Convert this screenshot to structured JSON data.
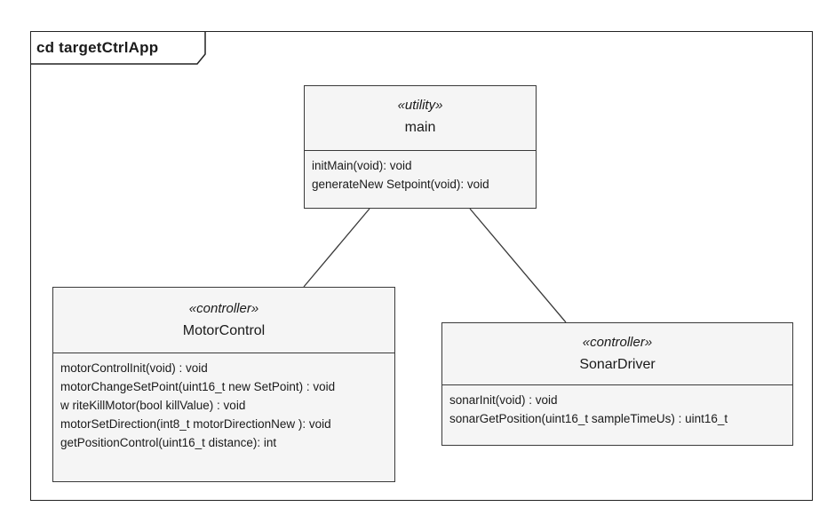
{
  "diagram": {
    "frame_title": "cd targetCtrlApp",
    "classes": {
      "main": {
        "stereotype": "«utility»",
        "name": "main",
        "operations": [
          "initMain(void): void",
          "generateNew Setpoint(void): void"
        ]
      },
      "motor_control": {
        "stereotype": "«controller»",
        "name": "MotorControl",
        "operations": [
          "motorControlInit(void) : void",
          "motorChangeSetPoint(uint16_t new SetPoint) : void",
          "w riteKillMotor(bool killValue) : void",
          "motorSetDirection(int8_t motorDirectionNew ): void",
          "getPositionControl(uint16_t distance): int"
        ]
      },
      "sonar_driver": {
        "stereotype": "«controller»",
        "name": "SonarDriver",
        "operations": [
          "sonarInit(void) : void",
          "sonarGetPosition(uint16_t sampleTimeUs) : uint16_t"
        ]
      }
    },
    "associations": [
      {
        "from": "main",
        "to": "MotorControl"
      },
      {
        "from": "main",
        "to": "SonarDriver"
      }
    ]
  }
}
